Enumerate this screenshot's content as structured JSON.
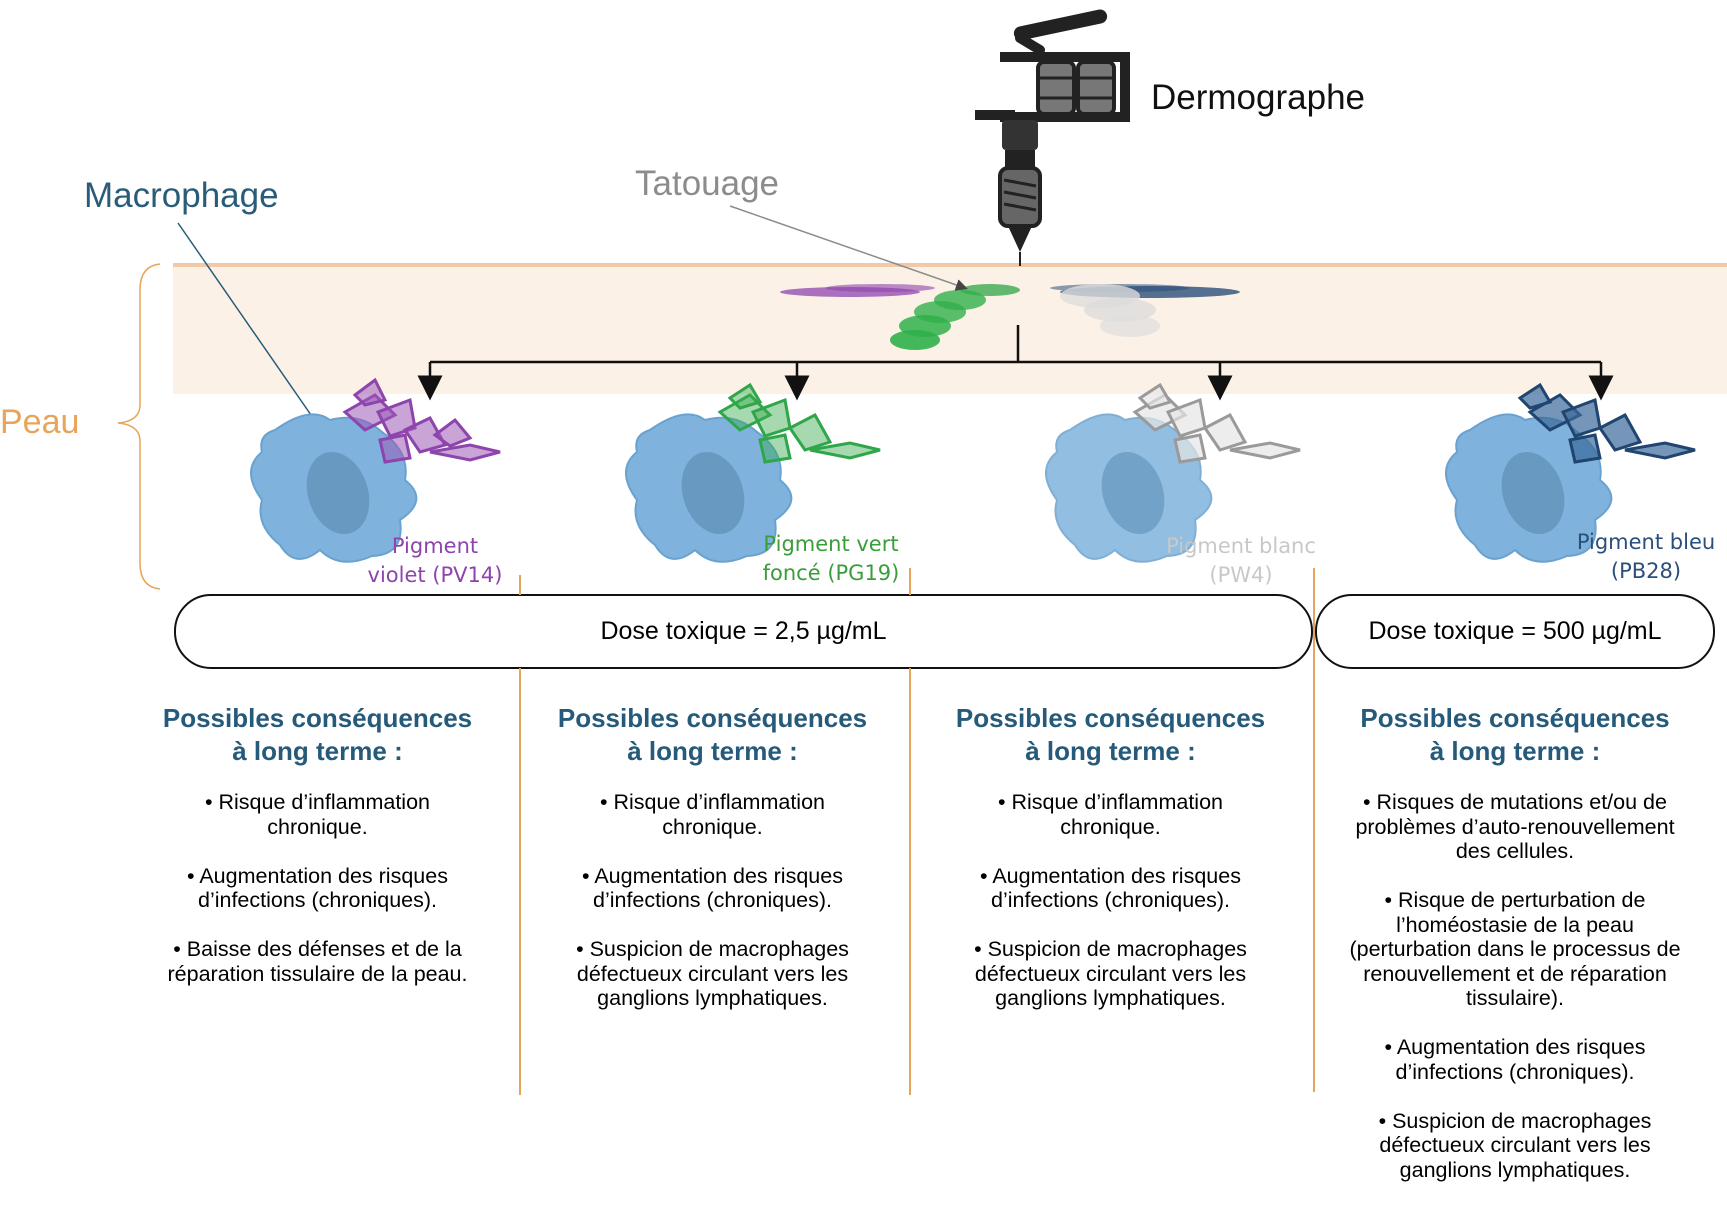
{
  "labels": {
    "machine": "Dermographe",
    "tattoo": "Tatouage",
    "macrophage": "Macrophage",
    "skin": "Peau"
  },
  "pigments": [
    {
      "line1": "Pigment",
      "line2": "violet (PV14)",
      "color": "#8e44ad"
    },
    {
      "line1": "Pigment vert",
      "line2": "foncé (PG19)",
      "color": "#3a9d3a"
    },
    {
      "line1": "Pigment blanc",
      "line2": "(PW4)",
      "color": "#c8c8c8"
    },
    {
      "line1": "Pigment bleu",
      "line2": "(PB28)",
      "color": "#2b4f7a"
    }
  ],
  "doses": {
    "low": "Dose toxique = 2,5 µg/mL",
    "high": "Dose toxique = 500 µg/mL"
  },
  "columns": [
    {
      "title1": "Possibles conséquences",
      "title2": "à long terme :",
      "items": [
        "• Risque d’inflammation chronique.",
        "• Augmentation des risques d’infections (chroniques).",
        "• Baisse des défenses et de la réparation tissulaire de la peau."
      ]
    },
    {
      "title1": "Possibles conséquences",
      "title2": "à long terme :",
      "items": [
        "• Risque d’inflammation chronique.",
        "• Augmentation des risques d’infections (chroniques).",
        "• Suspicion de macrophages défectueux circulant vers les ganglions lymphatiques."
      ]
    },
    {
      "title1": "Possibles conséquences",
      "title2": "à long terme :",
      "items": [
        "• Risque d’inflammation chronique.",
        "• Augmentation des risques d’infections (chroniques).",
        "• Suspicion de macrophages défectueux circulant vers les ganglions lymphatiques."
      ]
    },
    {
      "title1": "Possibles conséquences",
      "title2": "à long terme :",
      "items": [
        "• Risques de mutations et/ou de problèmes d’auto-renouvellement des cellules.",
        "• Risque de perturbation de l’homéostasie de la peau (perturbation dans le processus de renouvellement et de réparation tissulaire).",
        "• Augmentation des risques d’infections (chroniques).",
        "• Suspicion de macrophages défectueux circulant vers les ganglions lymphatiques."
      ]
    }
  ],
  "colors": {
    "skin_band": "#fcf1e6",
    "skin_line": "#f2c9a8",
    "macrophage": "#7fb3de",
    "title_blue": "#265a7a",
    "divider": "#e8a55a"
  }
}
